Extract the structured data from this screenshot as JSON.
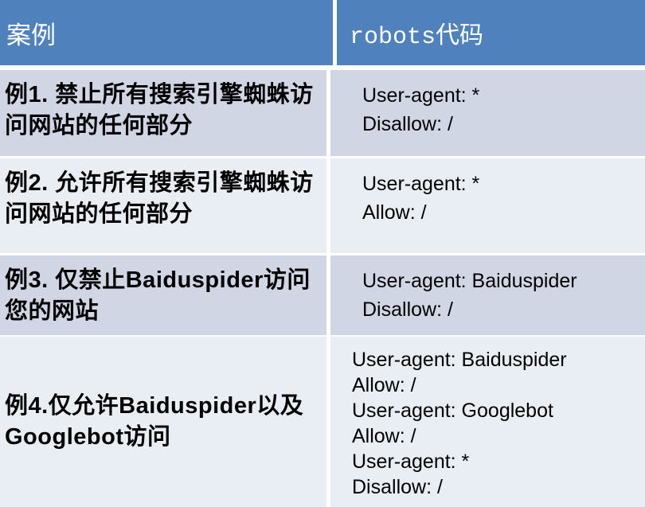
{
  "table": {
    "header": {
      "case_column_label": "案例",
      "code_column_label": "robots代码"
    },
    "rows": [
      {
        "case": "例1. 禁止所有搜索引擎蜘蛛访问网站的任何部分",
        "code_lines": [
          "User-agent: *",
          "Disallow: /"
        ]
      },
      {
        "case": "例2. 允许所有搜索引擎蜘蛛访问网站的任何部分",
        "code_lines": [
          "User-agent: *",
          "Allow: /"
        ]
      },
      {
        "case": "例3. 仅禁止Baiduspider访问您的网站",
        "code_lines": [
          "User-agent: Baiduspider",
          "Disallow: /"
        ]
      },
      {
        "case": "例4.仅允许Baiduspider以及Googlebot访问",
        "code_lines": [
          "User-agent: Baiduspider",
          "Allow: /",
          "User-agent: Googlebot",
          "Allow: /",
          "User-agent: *",
          "Disallow: /"
        ]
      }
    ],
    "colors": {
      "header_bg": "#4f81bd",
      "header_text": "#ffffff",
      "band_dark": "#d0d6e4",
      "band_light": "#e9edf4",
      "divider": "#ffffff",
      "body_text": "#000000"
    }
  }
}
